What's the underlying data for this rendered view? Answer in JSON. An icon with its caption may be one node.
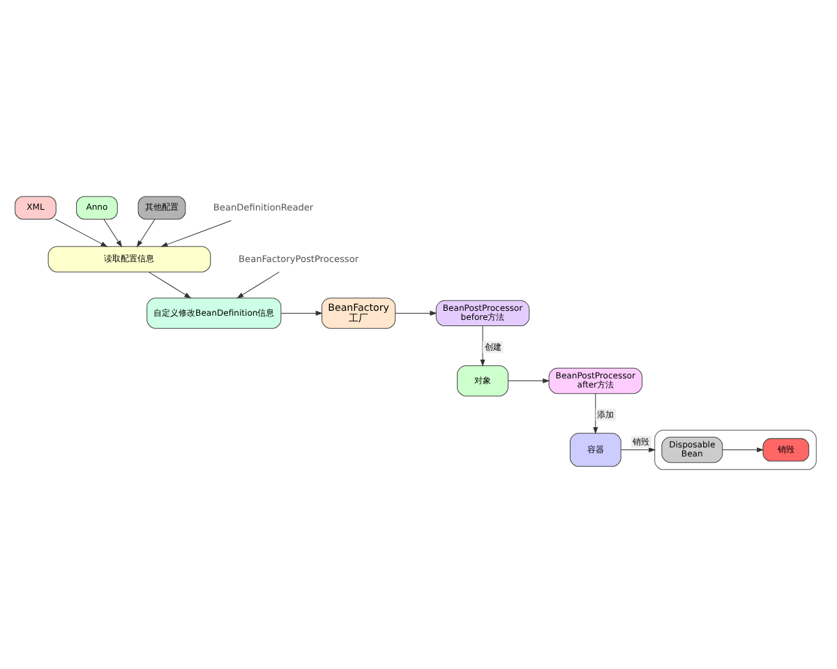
{
  "diagram": {
    "nodes": [
      {
        "text": [
          "XML"
        ]
      },
      {
        "text": [
          "Anno"
        ]
      },
      {
        "text": [
          "其他配置"
        ]
      },
      {
        "text": [
          "读取配置信息"
        ]
      },
      {
        "text": [
          "BeanDefinitionReader"
        ]
      },
      {
        "text": [
          "自定义修改BeanDefinition信息"
        ]
      },
      {
        "text": [
          "BeanFactoryPostProcessor"
        ]
      },
      {
        "text": [
          "BeanFactory 工厂"
        ]
      },
      {
        "text": [
          "BeanPostProcessor before方法"
        ]
      },
      {
        "text": [
          "对象"
        ]
      },
      {
        "text": [
          "BeanPostProcessor after方法"
        ]
      },
      {
        "text": [
          "容器"
        ]
      },
      {
        "text": [],
        "shape": "box"
      },
      {
        "text": [
          "Disposable Bean"
        ],
        "in": 12
      },
      {
        "text": [
          "销毁"
        ],
        "in": 12
      }
    ],
    "edges": [
      {
        "from": 0,
        "to": 3,
        "arrow": "to"
      },
      {
        "from": 1,
        "to": 3,
        "arrow": "to"
      },
      {
        "from": 2,
        "to": 3,
        "arrow": "to"
      },
      {
        "from": 4,
        "to": 3,
        "arrow": "to"
      },
      {
        "from": 3,
        "to": 5,
        "arrow": "to"
      },
      {
        "from": 6,
        "to": 5,
        "arrow": "to"
      },
      {
        "from": 5,
        "to": 7,
        "arrow": "to"
      },
      {
        "from": 7,
        "to": 8,
        "arrow": "to"
      },
      {
        "from": 8,
        "to": 9,
        "arrow": "to",
        "label": "创建"
      },
      {
        "from": 9,
        "to": 10,
        "arrow": "to"
      },
      {
        "from": 10,
        "to": 11,
        "arrow": "to",
        "label": "添加"
      },
      {
        "from": 11,
        "to": 12,
        "arrow": "to",
        "label": "销毁"
      },
      {
        "from": 13,
        "to": 14,
        "arrow": "to"
      }
    ]
  }
}
